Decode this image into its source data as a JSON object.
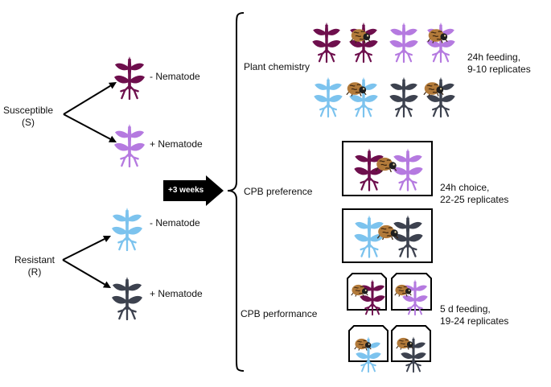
{
  "colors": {
    "susceptible_control": "#6e0f4d",
    "susceptible_nematode": "#b57ae0",
    "resistant_control": "#7cc3ee",
    "resistant_nematode": "#3d424f",
    "beetle": "#b27a3a"
  },
  "groups": {
    "susceptible": {
      "label": "Susceptible",
      "abbr": "(S)"
    },
    "resistant": {
      "label": "Resistant",
      "abbr": "(R)"
    }
  },
  "treatments": {
    "s_minus": "- Nematode",
    "s_plus": "+ Nematode",
    "r_minus": "- Nematode",
    "r_plus": "+ Nematode"
  },
  "timeline": {
    "label": "+3 weeks"
  },
  "assays": {
    "chemistry": {
      "label": "Plant chemistry",
      "detail_1": "24h feeding,",
      "detail_2": "9-10 replicates"
    },
    "preference": {
      "label": "CPB preference",
      "detail_1": "24h choice,",
      "detail_2": "22-25 replicates"
    },
    "performance": {
      "label": "CPB performance",
      "detail_1": "5 d feeding,",
      "detail_2": "19-24 replicates"
    }
  },
  "icons": {
    "plant": "plant-icon",
    "beetle": "potato-beetle-icon",
    "arrow": "arrow-right-icon",
    "bracket": "curly-bracket-icon"
  }
}
